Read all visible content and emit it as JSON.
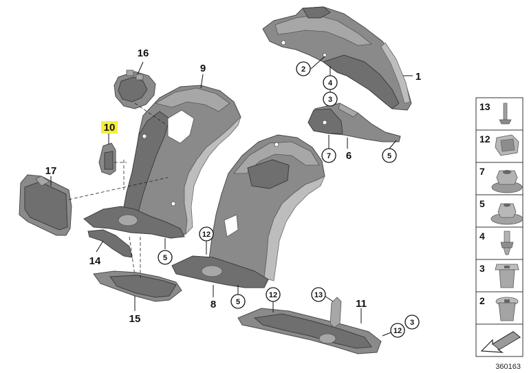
{
  "callouts": [
    {
      "id": "c16",
      "label": "16"
    },
    {
      "id": "c9",
      "label": "9"
    },
    {
      "id": "c10",
      "label": "10"
    },
    {
      "id": "c17",
      "label": "17"
    },
    {
      "id": "c14",
      "label": "14"
    },
    {
      "id": "c15",
      "label": "15"
    },
    {
      "id": "c5a",
      "label": "5"
    },
    {
      "id": "c2",
      "label": "2"
    },
    {
      "id": "c4",
      "label": "4"
    },
    {
      "id": "c3a",
      "label": "3"
    },
    {
      "id": "c1",
      "label": "1"
    },
    {
      "id": "c7",
      "label": "7"
    },
    {
      "id": "c6",
      "label": "6"
    },
    {
      "id": "c5b",
      "label": "5"
    },
    {
      "id": "c12a",
      "label": "12"
    },
    {
      "id": "c8",
      "label": "8"
    },
    {
      "id": "c5c",
      "label": "5"
    },
    {
      "id": "c12b",
      "label": "12"
    },
    {
      "id": "c13",
      "label": "13"
    },
    {
      "id": "c11",
      "label": "11"
    },
    {
      "id": "c12c",
      "label": "12"
    },
    {
      "id": "c3b",
      "label": "3"
    }
  ],
  "highlight": {
    "label": "10",
    "color": "#f4ee3c"
  },
  "legend": [
    {
      "label": "13",
      "icon": "screw-icon"
    },
    {
      "label": "12",
      "icon": "clip-icon"
    },
    {
      "label": "7",
      "icon": "hex-nut-icon"
    },
    {
      "label": "5",
      "icon": "flange-nut-icon"
    },
    {
      "label": "4",
      "icon": "expansion-rivet-icon"
    },
    {
      "label": "3",
      "icon": "square-grommet-icon"
    },
    {
      "label": "2",
      "icon": "round-grommet-icon"
    }
  ],
  "legend_footer": {
    "icon": "arrow-orientation-icon"
  },
  "diagram_ref": "360163",
  "colors": {
    "part_dark": "#6f6f6f",
    "part_mid": "#8a8a8a",
    "part_light": "#a7a7a7",
    "line": "#111111"
  }
}
